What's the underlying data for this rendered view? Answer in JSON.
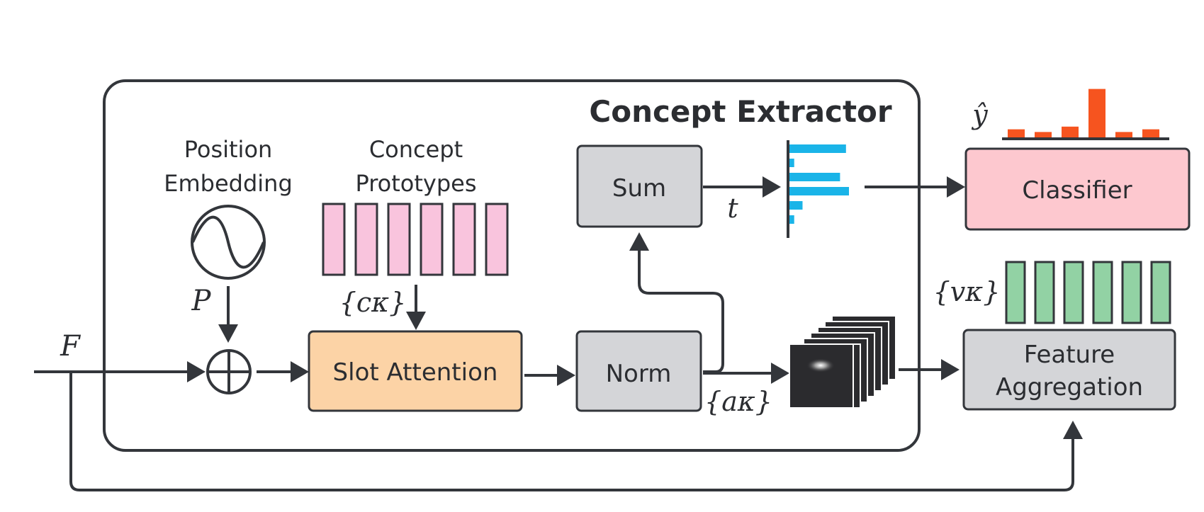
{
  "container": {
    "title": "Concept Extractor"
  },
  "labels": {
    "position_embedding_line1": "Position",
    "position_embedding_line2": "Embedding",
    "concept_prototypes_line1": "Concept",
    "concept_prototypes_line2": "Prototypes",
    "slot_attention": "Slot Attention",
    "norm": "Norm",
    "sum": "Sum",
    "classifier": "Classifier",
    "feature_aggregation_line1": "Feature",
    "feature_aggregation_line2": "Aggregation"
  },
  "math": {
    "F": "F",
    "P": "P",
    "c_k": "{cκ}",
    "a_k": "{aκ}",
    "v_k": "{vκ}",
    "t": "t",
    "y_hat": "ŷ"
  },
  "chart_data": [
    {
      "type": "bar",
      "orientation": "horizontal",
      "name": "t",
      "values": [
        0.95,
        0.08,
        0.85,
        1.0,
        0.22,
        0.08
      ]
    },
    {
      "type": "bar",
      "orientation": "vertical",
      "name": "ŷ",
      "values": [
        0.15,
        0.1,
        0.2,
        0.9,
        0.1,
        0.15
      ]
    }
  ],
  "colors": {
    "prototype_fill": "#f9c4dd",
    "slot_attention_fill": "#fcd3a6",
    "gray_fill": "#d4d5d8",
    "classifier_fill": "#fdc8cf",
    "value_fill": "#92d2a4",
    "t_bar": "#1ab4e8",
    "y_bar": "#f6541f",
    "stroke": "#33363b"
  },
  "icons": {
    "position_embedding": "sine-circle-icon",
    "add": "circle-plus-icon",
    "attention_maps": "attention-map-stack-icon"
  }
}
